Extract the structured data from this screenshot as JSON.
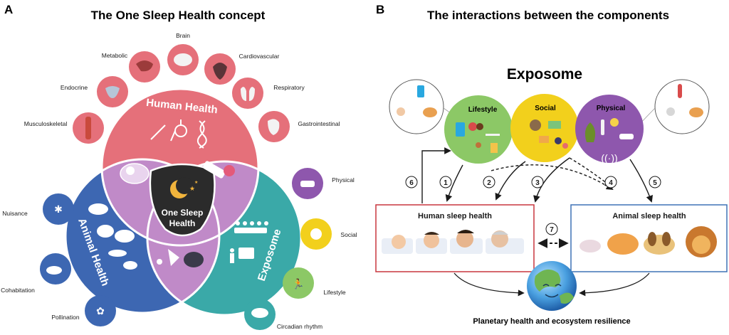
{
  "panel_a": {
    "letter": "A",
    "title": "The One Sleep Health concept",
    "center_label": [
      "One Sleep",
      "Health"
    ],
    "human_health_label": "Human Health",
    "animal_health_label": "Animal Health",
    "exposome_label": "Exposome",
    "organ_labels": [
      "Brain",
      "Metabolic",
      "Cardiovascular",
      "Endocrine",
      "Respiratory",
      "Musculoskeletal",
      "Gastrointestinal"
    ],
    "animal_labels": [
      "Nuisance",
      "Cohabitation",
      "Pollination"
    ],
    "exposome_labels": [
      "Physical",
      "Social",
      "Lifestyle",
      "Circadian rhythm"
    ]
  },
  "panel_b": {
    "letter": "B",
    "title": "The interactions between the components",
    "exposome_label": "Exposome",
    "lifestyle_label": "Lifestyle",
    "social_label": "Social",
    "physical_label": "Physical",
    "human_sleep_label": "Human sleep health",
    "animal_sleep_label": "Animal sleep health",
    "planetary_label": "Planetary health and ecosystem resilience",
    "steps": [
      "1",
      "2",
      "3",
      "4",
      "5",
      "6",
      "7"
    ]
  },
  "colors": {
    "human": "#e5707a",
    "animal": "#3d67b2",
    "exposome": "#3aa9a8",
    "overlap": "#c08ac8",
    "center": "#2b2b2b",
    "lifestyle": "#8cc866",
    "social": "#f2d01c",
    "physical": "#8e57ad",
    "human_box_border": "#c8363e",
    "animal_box_border": "#3f72b6"
  }
}
